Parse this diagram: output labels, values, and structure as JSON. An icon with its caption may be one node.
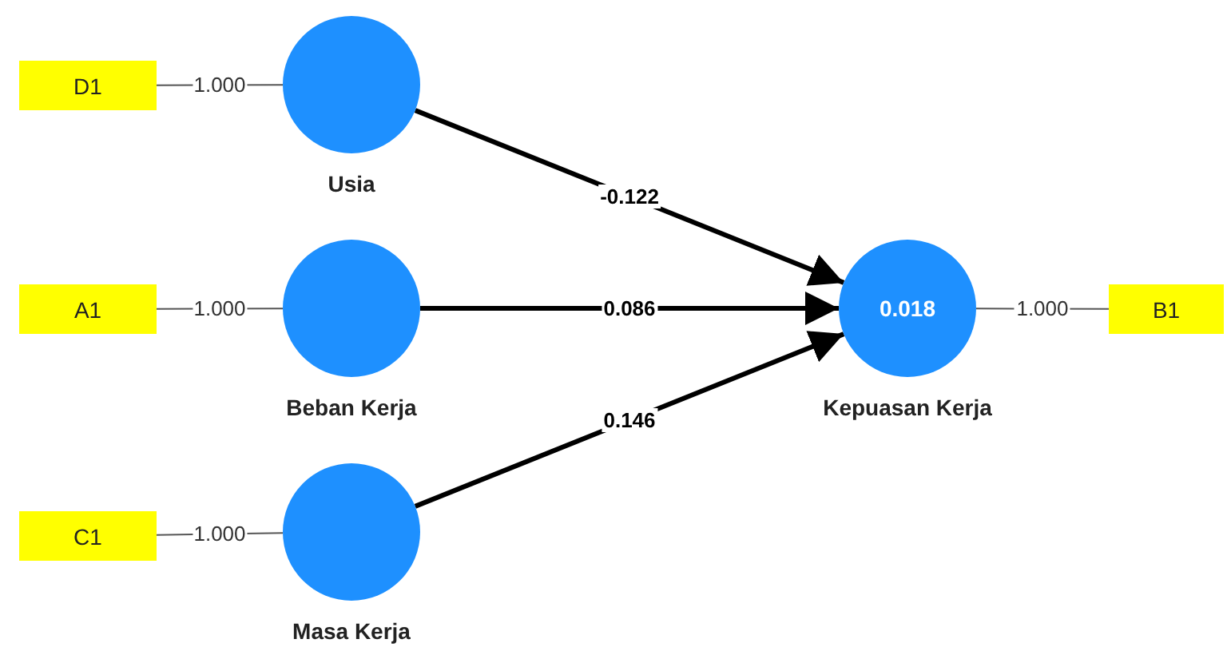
{
  "diagram": {
    "nodes": [
      {
        "text": [
          "D1"
        ]
      },
      {
        "text": [],
        "shape": "circle",
        "beside": [
          "Usia"
        ]
      },
      {
        "text": [
          "A1"
        ]
      },
      {
        "text": [],
        "shape": "circle",
        "beside": [
          "Beban Kerja"
        ]
      },
      {
        "text": [
          "C1"
        ]
      },
      {
        "text": [],
        "shape": "circle",
        "beside": [
          "Masa Kerja"
        ]
      },
      {
        "text": [
          "0.018"
        ],
        "beside": [
          "Kepuasan Kerja"
        ]
      },
      {
        "text": [
          "B1"
        ]
      }
    ],
    "edges": [
      {
        "from": 0,
        "to": 1,
        "arrow": "none",
        "label": "1.000"
      },
      {
        "from": 2,
        "to": 3,
        "arrow": "none",
        "label": "1.000"
      },
      {
        "from": 4,
        "to": 5,
        "arrow": "none",
        "label": "1.000"
      },
      {
        "from": 1,
        "to": 6,
        "arrow": "to",
        "label": "-0.122",
        "style": "thick",
        "color": "#000000"
      },
      {
        "from": 3,
        "to": 6,
        "arrow": "to",
        "label": "0.086",
        "style": "thick",
        "color": "#000000"
      },
      {
        "from": 5,
        "to": 6,
        "arrow": "to",
        "label": "0.146",
        "style": "thick",
        "color": "#000000"
      },
      {
        "from": 6,
        "to": 7,
        "arrow": "none",
        "label": "1.000"
      }
    ]
  }
}
